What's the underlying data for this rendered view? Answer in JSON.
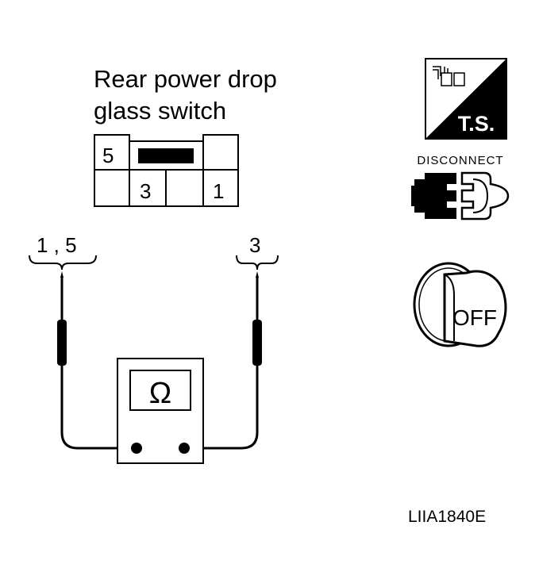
{
  "title": {
    "line1": "Rear power drop",
    "line2": "glass switch"
  },
  "connector": {
    "terminals": [
      "5",
      "3",
      "1"
    ]
  },
  "probes": {
    "left_label": "1 , 5",
    "right_label": "3"
  },
  "meter": {
    "symbol": "Ω"
  },
  "icons": {
    "ts_label": "T.S.",
    "disconnect_label": "DISCONNECT",
    "key_label": "OFF",
    "names": [
      "terminal-connector-icon",
      "disconnect-connector-icon",
      "ignition-off-icon"
    ]
  },
  "figure_code": "LIIA1840E"
}
